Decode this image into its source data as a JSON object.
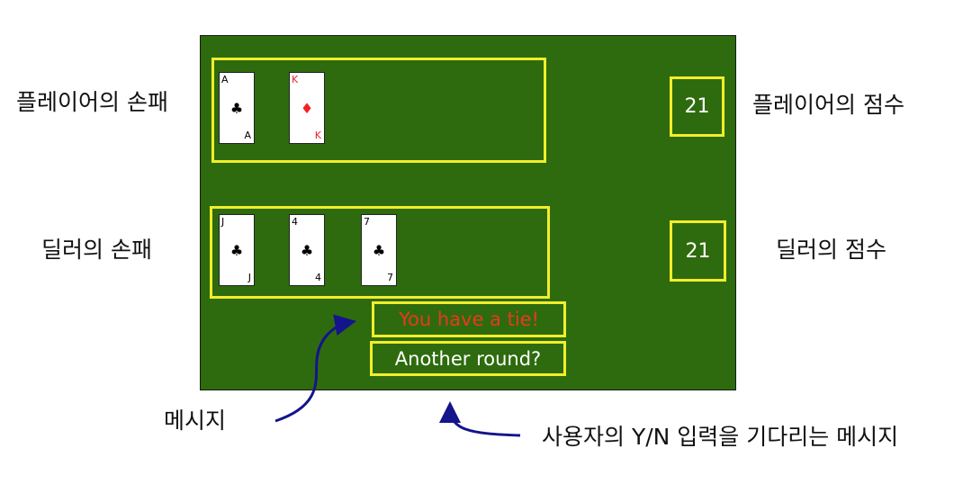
{
  "labels": {
    "player_hand": "플레이어의 손패",
    "dealer_hand": "딜러의 손패",
    "player_score": "플레이어의 점수",
    "dealer_score": "딜러의 점수",
    "message": "메시지",
    "input_message": "사용자의 Y/N 입력을 기다리는 메시지"
  },
  "table": {
    "player_score": "21",
    "dealer_score": "21",
    "result_message": "You have a tie!",
    "prompt_message": "Another round?"
  },
  "player_cards": [
    {
      "rank": "A",
      "suit": "♣",
      "suit_name": "clubs",
      "color": "#000000"
    },
    {
      "rank": "K",
      "suit": "♦",
      "suit_name": "diamonds",
      "color": "#ee2222"
    }
  ],
  "dealer_cards": [
    {
      "rank": "J",
      "suit": "♣",
      "suit_name": "clubs",
      "color": "#000000"
    },
    {
      "rank": "4",
      "suit": "♣",
      "suit_name": "clubs",
      "color": "#000000"
    },
    {
      "rank": "7",
      "suit": "♣",
      "suit_name": "clubs",
      "color": "#000000"
    }
  ],
  "colors": {
    "table_green": "#2e6b0e",
    "highlight_yellow": "#f2ee2a",
    "result_red": "#e63a1e",
    "prompt_white": "#ffffff",
    "arrow_navy": "#14148c"
  }
}
